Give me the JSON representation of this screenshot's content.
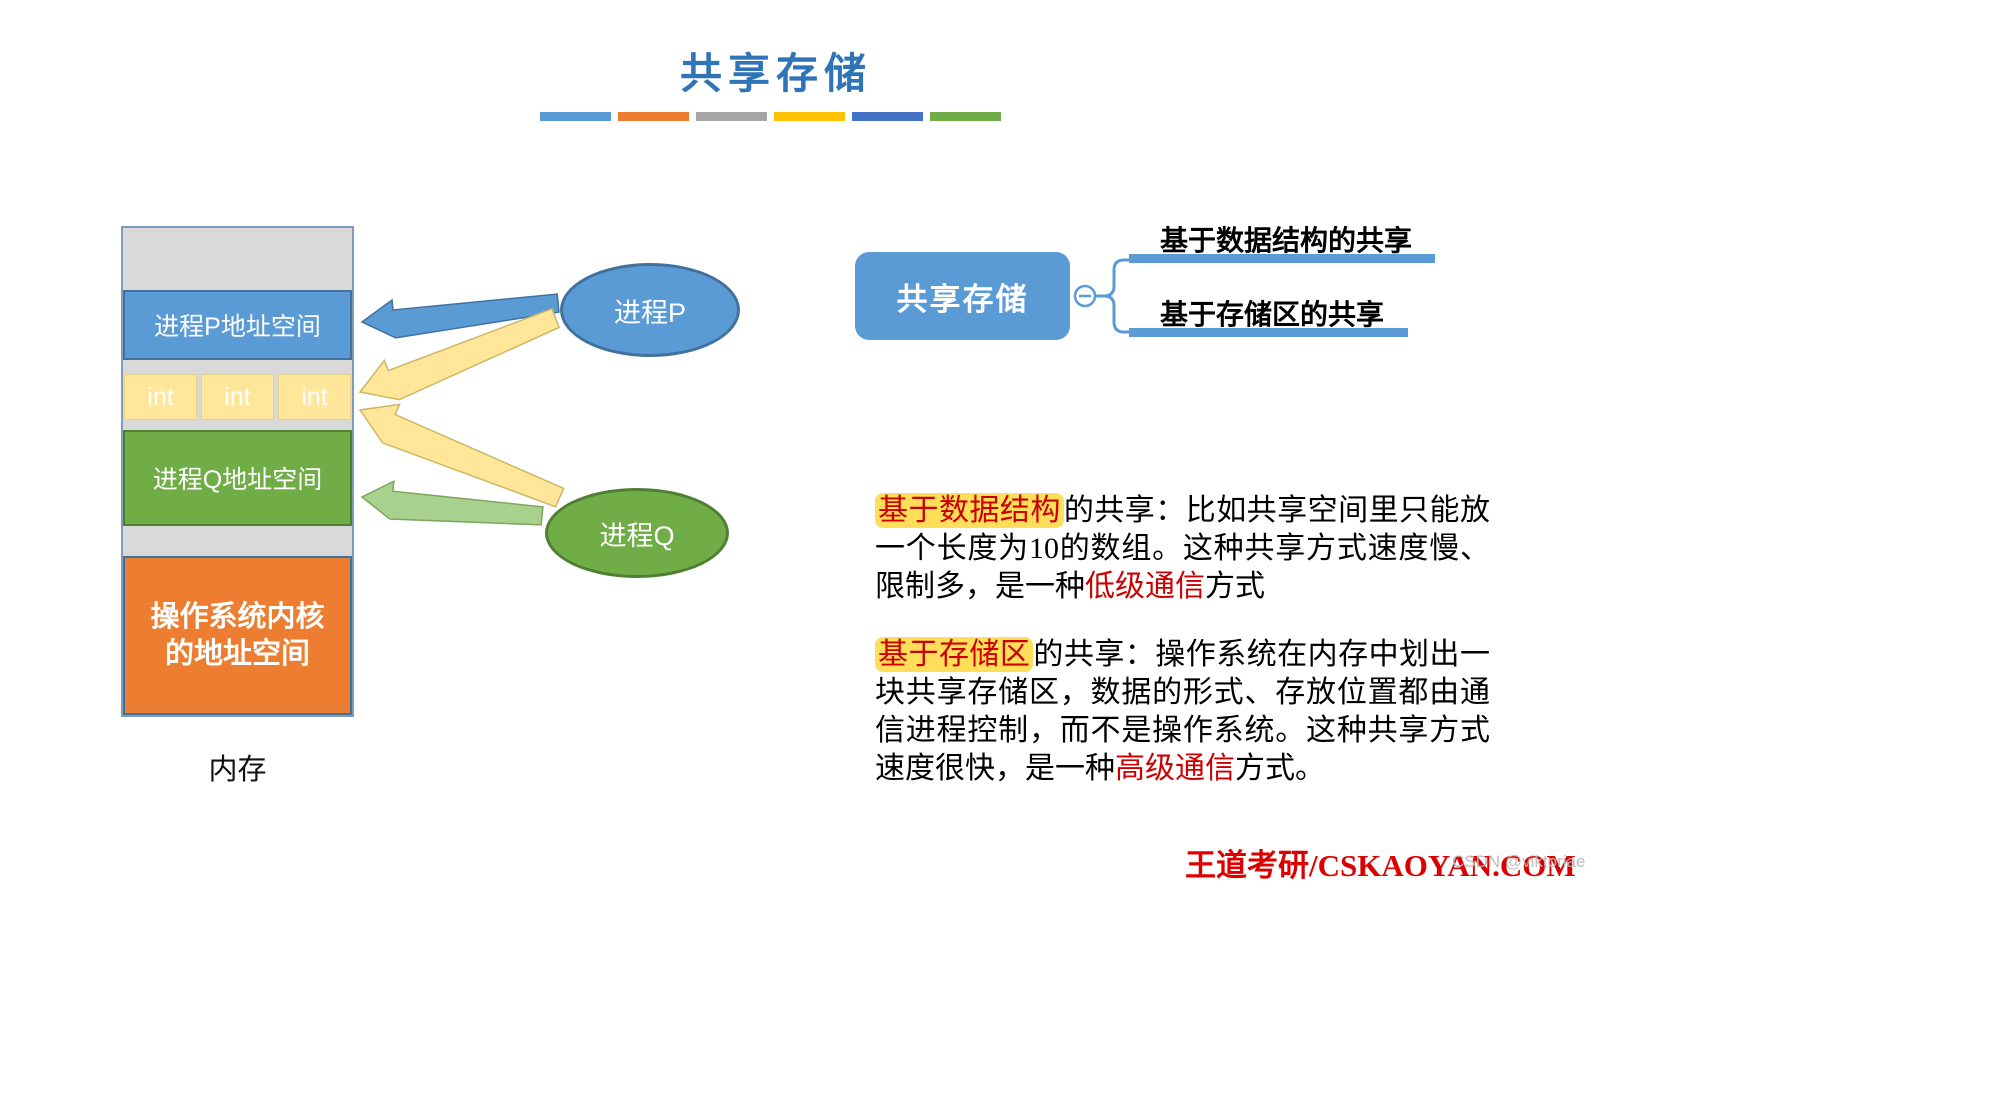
{
  "title": "共享存储",
  "divider_colors": [
    "#5B9BD5",
    "#ED7D31",
    "#A5A5A5",
    "#FFC000",
    "#4472C4",
    "#70AD47"
  ],
  "memory": {
    "process_p_block": "进程P地址空间",
    "int_cells": [
      "int",
      "int",
      "int"
    ],
    "process_q_block": "进程Q地址空间",
    "os_block_line1": "操作系统内核",
    "os_block_line2": "的地址空间",
    "caption": "内存"
  },
  "processes": {
    "p_label": "进程P",
    "q_label": "进程Q"
  },
  "tree": {
    "root_label": "共享存储",
    "branch1": "基于数据结构的共享",
    "branch2": "基于存储区的共享"
  },
  "notes": {
    "p1_highlight": "基于数据结构",
    "p1_text1": "的共享：比如共享空间里只能放一个长度为10的数组。这种共享方式速度慢、限制多，是一种",
    "p1_red": "低级通信",
    "p1_text2": "方式",
    "p2_highlight": "基于存储区",
    "p2_text1": "的共享：操作系统在内存中划出一块共享存储区，数据的形式、存放位置都由通信进程控制，而不是操作系统。这种共享方式速度很快，是一种",
    "p2_red": "高级通信",
    "p2_text2": "方式。"
  },
  "footer": {
    "brand": "王道考研/CSKAOYAN.COM",
    "watermark": "CSDN @viktoriae"
  },
  "colors": {
    "title_blue": "#2E74B6",
    "block_blue": "#5B9BD5",
    "block_green": "#70AD47",
    "block_orange": "#ED7D31",
    "block_yellow": "#FFE699",
    "highlight_yellow": "#FFDE59",
    "red_text": "#CC0000"
  }
}
